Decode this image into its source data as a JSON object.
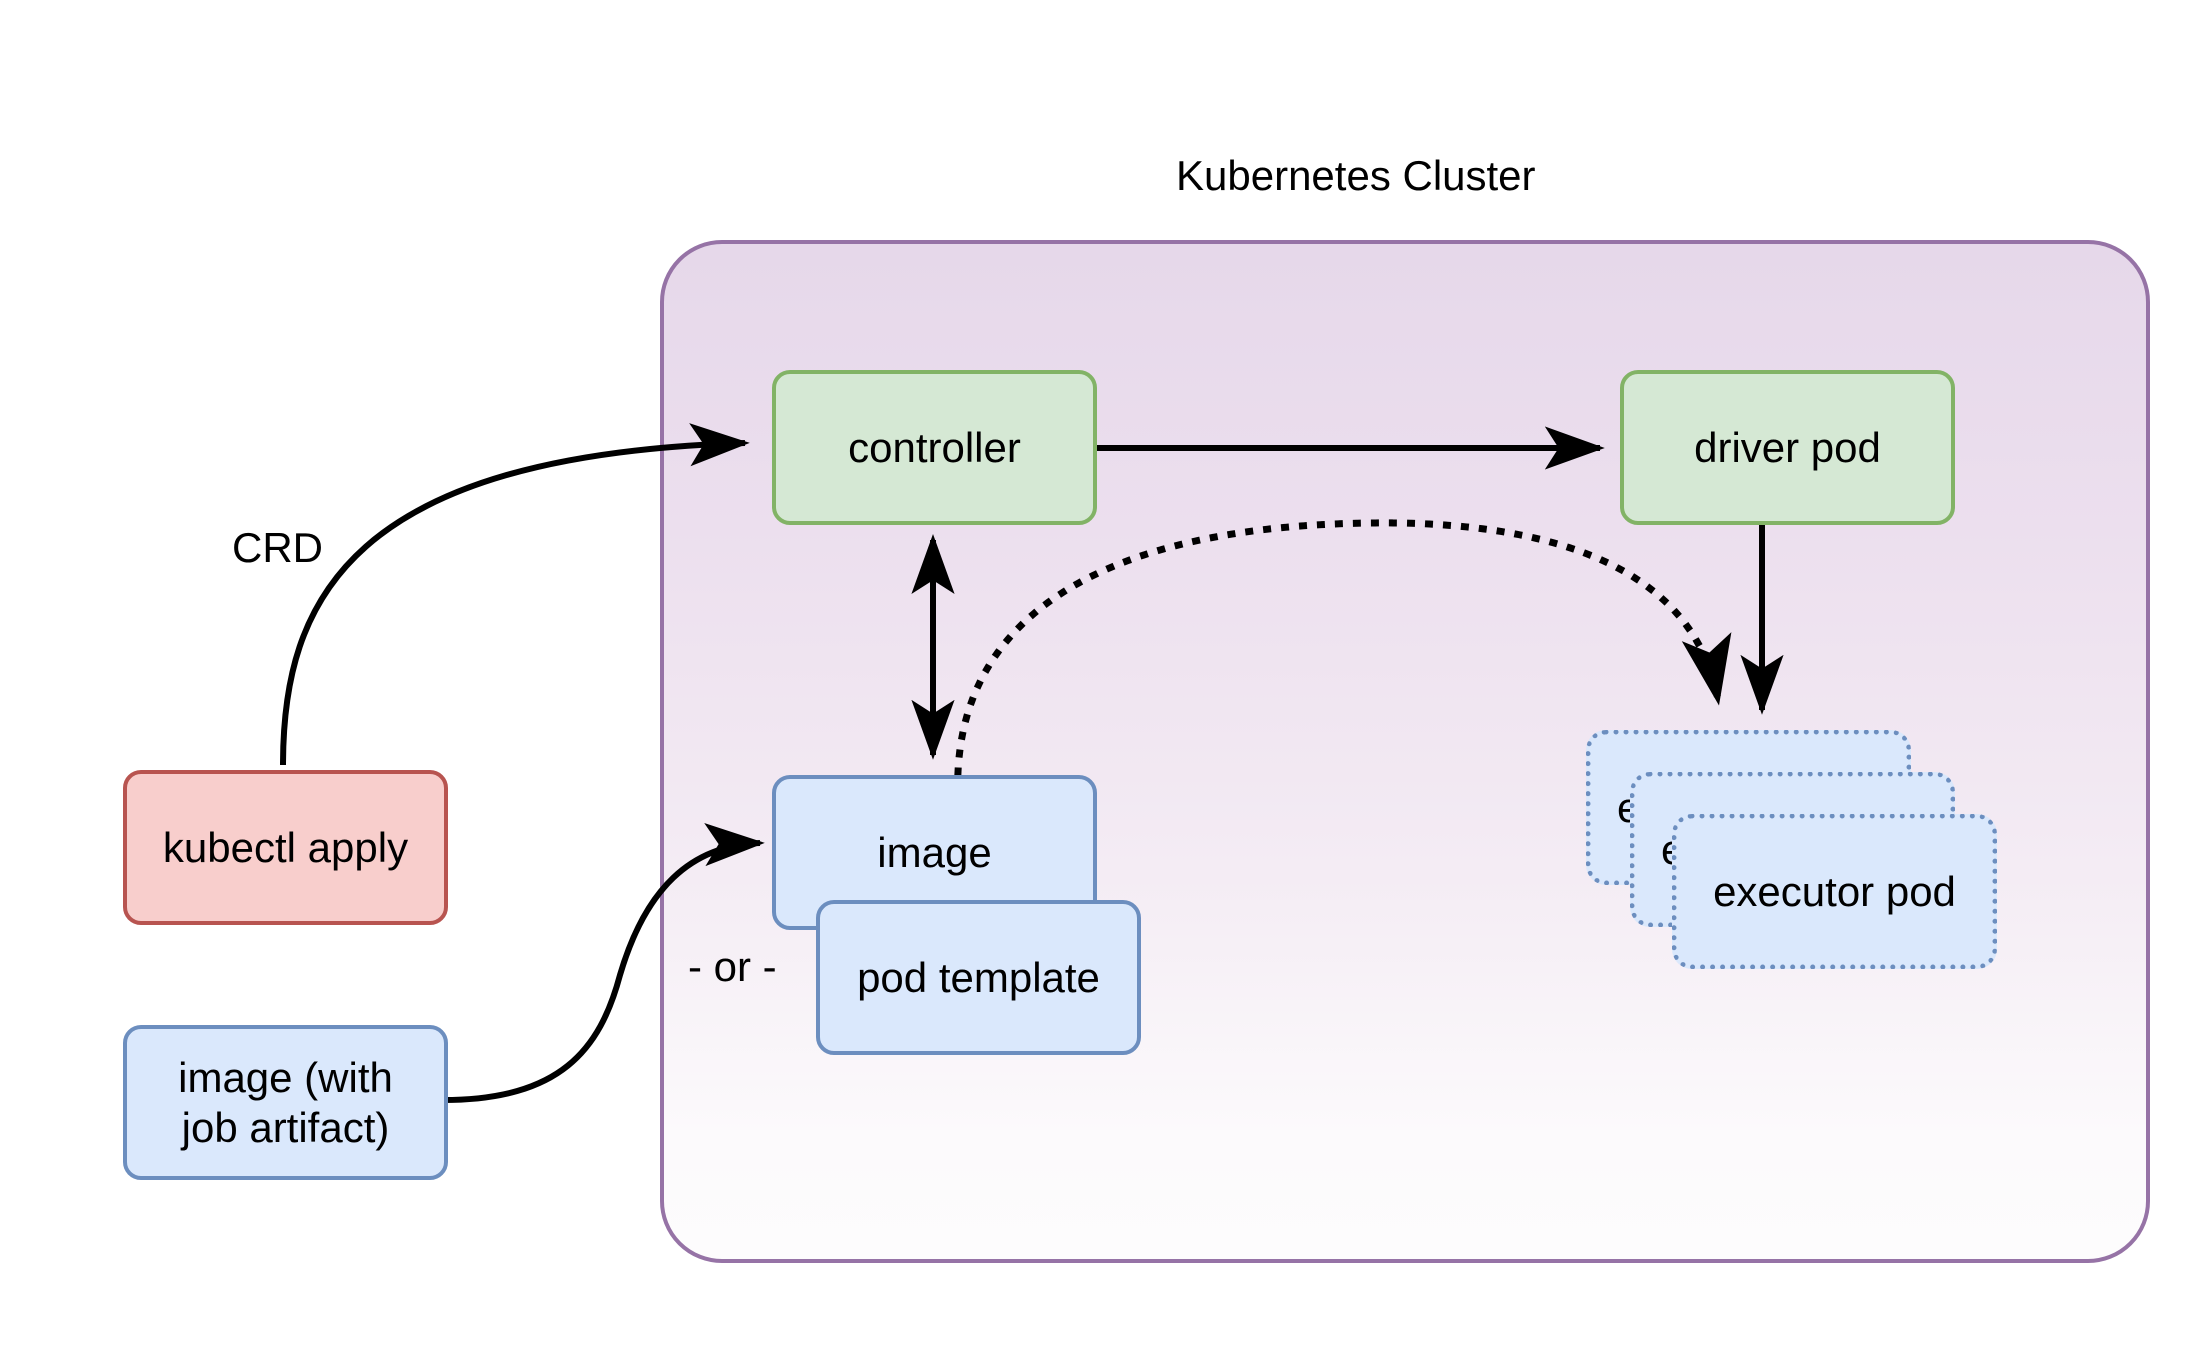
{
  "diagram": {
    "title": "Kubernetes Cluster",
    "background": "#ffffff",
    "cluster": {
      "label": "Kubernetes Cluster",
      "border_color": "#9673a6",
      "fill_top": "#e6d8ea",
      "fill_bottom": "#fdfcfd"
    },
    "palette": {
      "green_fill": "#d5e8d4",
      "green_stroke": "#82b366",
      "blue_fill": "#dae8fc",
      "blue_stroke": "#6c8ebf",
      "red_fill": "#f8cecc",
      "red_stroke": "#b85450",
      "purple_stroke": "#9673a6",
      "edge_color": "#000000"
    },
    "nodes": [
      {
        "id": "controller",
        "label": "controller",
        "shape": "rounded-rect",
        "style": "green",
        "inside_cluster": true
      },
      {
        "id": "driver-pod",
        "label": "driver pod",
        "shape": "rounded-rect",
        "style": "green",
        "inside_cluster": true
      },
      {
        "id": "image",
        "label": "image",
        "shape": "rounded-rect",
        "style": "blue",
        "inside_cluster": true
      },
      {
        "id": "pod-template",
        "label": "pod template",
        "shape": "rounded-rect",
        "style": "blue",
        "inside_cluster": true
      },
      {
        "id": "executor-pod-3",
        "label": "executor pod",
        "shape": "rounded-rect",
        "style": "blue-dotted",
        "inside_cluster": true
      },
      {
        "id": "executor-pod-2",
        "label": "executor pod",
        "shape": "rounded-rect",
        "style": "blue-dotted",
        "inside_cluster": true
      },
      {
        "id": "executor-pod-1",
        "label": "executor pod",
        "shape": "rounded-rect",
        "style": "blue-dotted",
        "inside_cluster": true
      },
      {
        "id": "kubectl-apply",
        "label": "kubectl apply",
        "shape": "rounded-rect",
        "style": "red",
        "inside_cluster": false
      },
      {
        "id": "image-artifact",
        "label": "image (with\njob artifact)",
        "shape": "rounded-rect",
        "style": "blue",
        "inside_cluster": false
      }
    ],
    "edge_labels": [
      {
        "id": "crd",
        "text": "CRD"
      },
      {
        "id": "or",
        "text": "- or -"
      }
    ],
    "edges": [
      {
        "id": "kubectl-to-controller",
        "from": "kubectl apply",
        "to": "controller",
        "style": "solid",
        "arrow": "single"
      },
      {
        "id": "controller-to-driver",
        "from": "controller",
        "to": "driver pod",
        "style": "solid",
        "arrow": "single"
      },
      {
        "id": "controller-image-bidir",
        "from": "controller",
        "to": "image",
        "style": "solid",
        "arrow": "double"
      },
      {
        "id": "image-to-executor",
        "from": "image",
        "to": "executor pod",
        "style": "dotted",
        "arrow": "single"
      },
      {
        "id": "driver-to-executor",
        "from": "driver pod",
        "to": "executor pod",
        "style": "solid",
        "arrow": "single"
      },
      {
        "id": "artifact-to-image",
        "from": "image (with job artifact)",
        "to": "image",
        "style": "solid",
        "arrow": "single"
      }
    ]
  }
}
